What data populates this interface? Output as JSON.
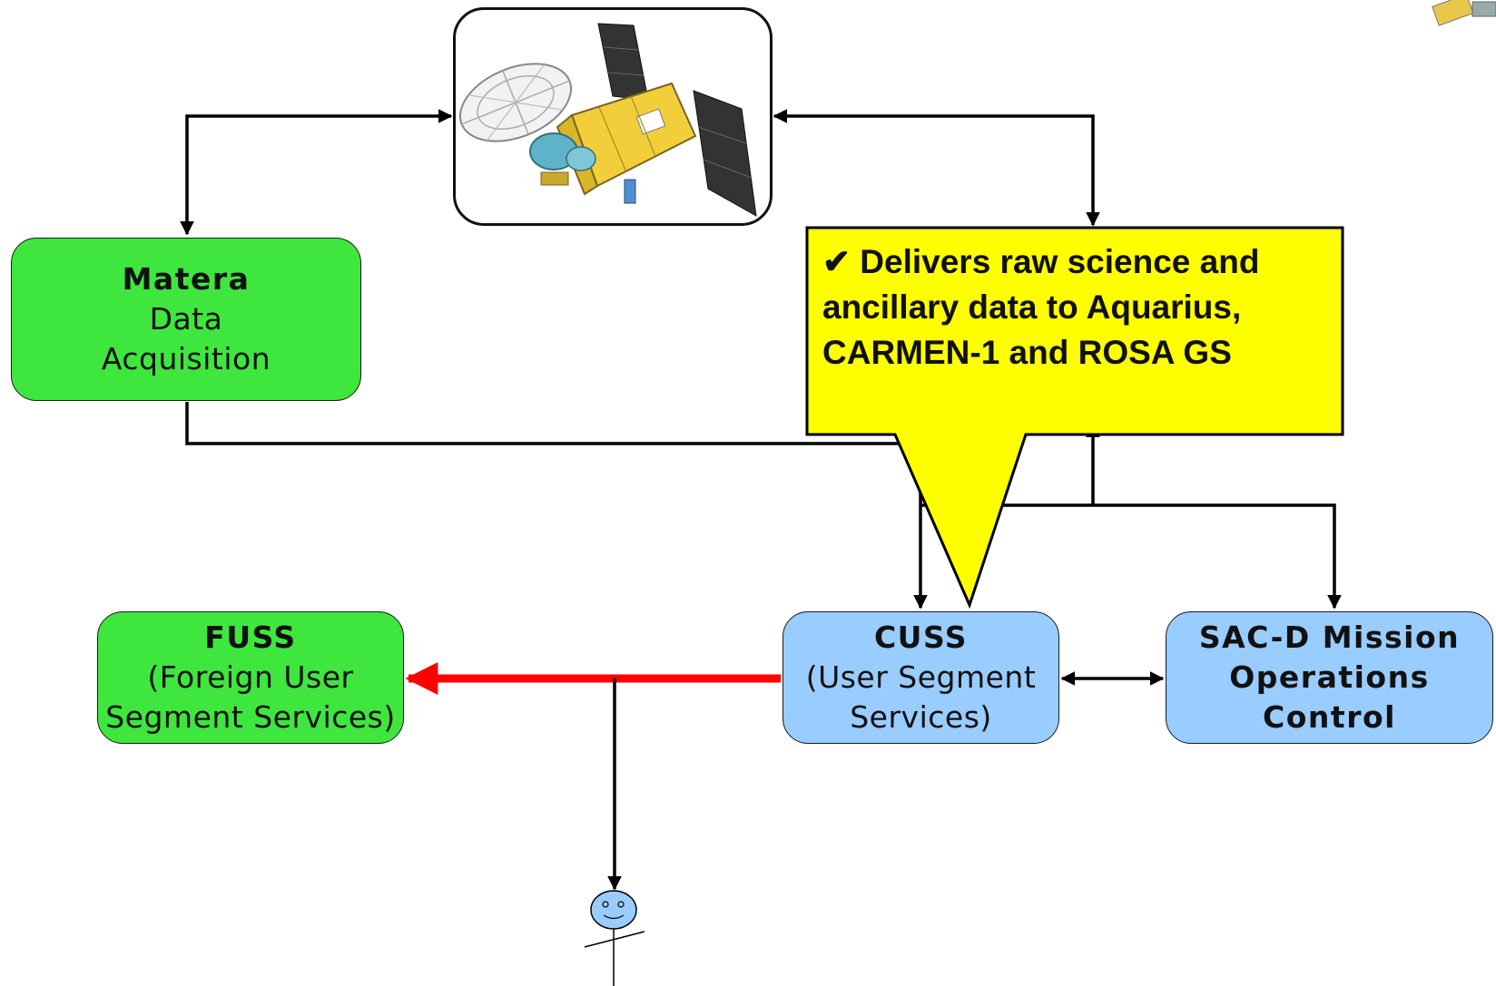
{
  "nodes": {
    "matera": {
      "title": "Matera",
      "line1": "Data",
      "line2": "Acquisition",
      "color": "#3ee63e"
    },
    "fuss": {
      "title": "FUSS",
      "line1": "(Foreign User",
      "line2": "Segment Services)",
      "color": "#3ee63e"
    },
    "cuss": {
      "title": "CUSS",
      "line1": "(User Segment",
      "line2": "Services)",
      "color": "#99ccff"
    },
    "sacd": {
      "line1": "SAC-D Mission",
      "line2": "Operations",
      "line3": "Control",
      "color": "#99ccff"
    }
  },
  "satellite": {
    "icon": "satellite-icon"
  },
  "callout": {
    "text": "✔ Delivers raw science and ancillary data to Aquarius, CARMEN-1 and ROSA GS",
    "color": "#ffff00"
  },
  "user": {
    "icon": "stick-figure-user-icon"
  },
  "colors": {
    "red_arrow": "#ff0000",
    "line": "#000000"
  }
}
